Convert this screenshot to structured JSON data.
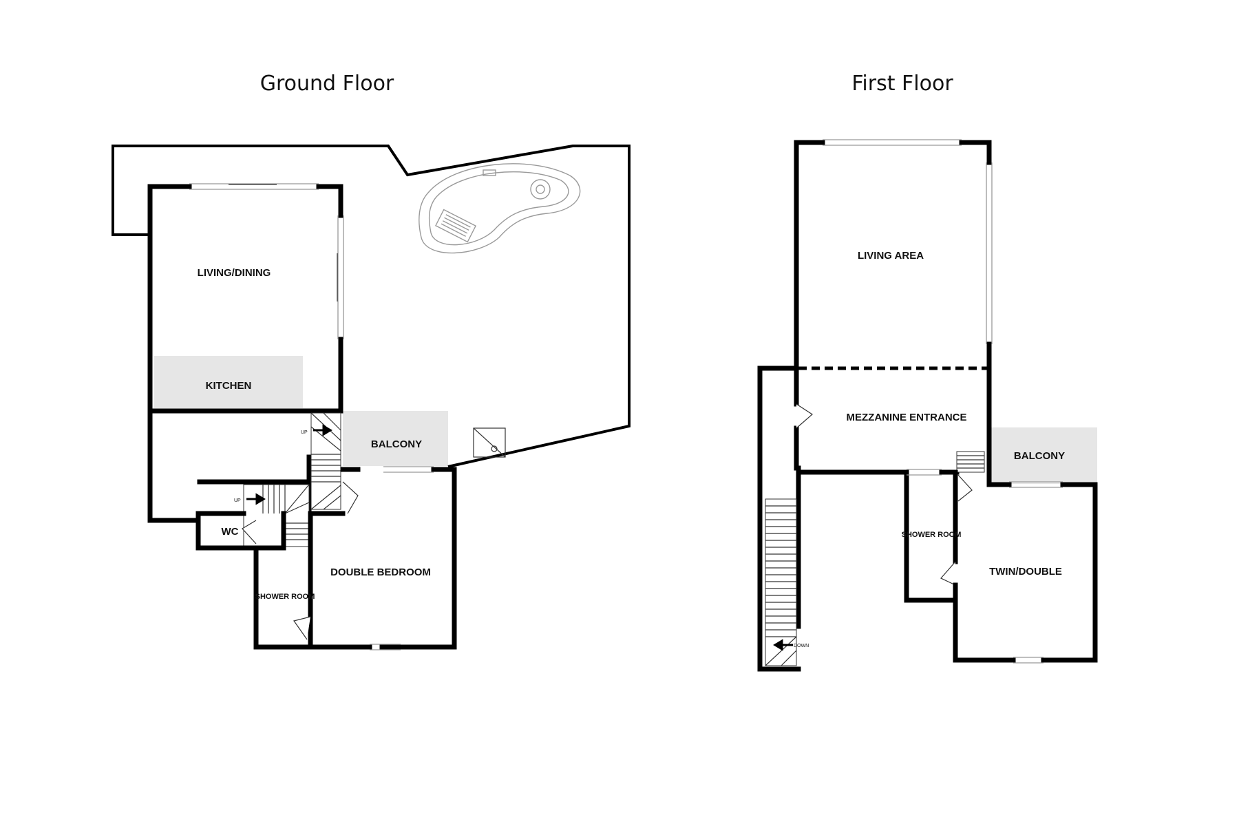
{
  "floors": {
    "ground": {
      "title": "Ground Floor",
      "rooms": {
        "living_dining": "LIVING/DINING",
        "kitchen": "KITCHEN",
        "balcony": "BALCONY",
        "wc": "WC",
        "shower_room": "SHOWER ROOM",
        "double_bedroom": "DOUBLE BEDROOM"
      },
      "stair_labels": {
        "upper": "UP",
        "lower": "UP"
      }
    },
    "first": {
      "title": "First Floor",
      "rooms": {
        "living_area": "LIVING AREA",
        "mezzanine_entrance": "MEZZANINE ENTRANCE",
        "balcony": "BALCONY",
        "shower_room": "SHOWER ROOM",
        "twin_double": "TWIN/DOUBLE"
      },
      "stair_labels": {
        "down": "DOWN"
      }
    }
  }
}
